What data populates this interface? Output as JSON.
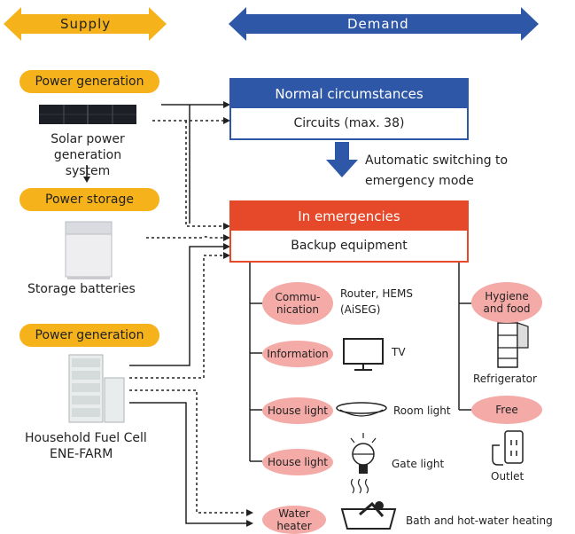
{
  "header": {
    "supply_label": "Supply",
    "demand_label": "Demand"
  },
  "supply": {
    "power_generation_1": "Power generation",
    "solar_label": "Solar power generation system",
    "power_storage": "Power storage",
    "storage_label": "Storage batteries",
    "power_generation_2": "Power generation",
    "fuel_cell_label_1": "Household Fuel Cell",
    "fuel_cell_label_2": "ENE-FARM"
  },
  "normal": {
    "title": "Normal circumstances",
    "circuits": "Circuits (max. 38)"
  },
  "switching": {
    "line1": "Automatic switching to",
    "line2": "emergency mode"
  },
  "emergency": {
    "title": "In emergencies",
    "backup": "Backup equipment"
  },
  "categories": [
    {
      "label": "Commu-\nnication",
      "item": "Router, HEMS\n(AiSEG)",
      "icon": "router-icon"
    },
    {
      "label": "Information",
      "item": "TV",
      "icon": "tv-icon"
    },
    {
      "label": "House light",
      "item": "Room light",
      "icon": "ceiling-light-icon"
    },
    {
      "label": "House light",
      "item": "Gate light",
      "icon": "gate-light-icon"
    },
    {
      "label": "Water\nheater",
      "item": "Bath and hot-water heating",
      "icon": "bathtub-icon"
    },
    {
      "label": "Hygiene\nand food",
      "item": "Refrigerator",
      "icon": "refrigerator-icon"
    },
    {
      "label": "Free",
      "item": "Outlet",
      "icon": "outlet-icon"
    }
  ],
  "colors": {
    "supply_arrow": "#f6b21b",
    "demand_arrow": "#2f57a8",
    "emergency": "#e6492a",
    "category_ellipse": "#f4aaa6"
  }
}
